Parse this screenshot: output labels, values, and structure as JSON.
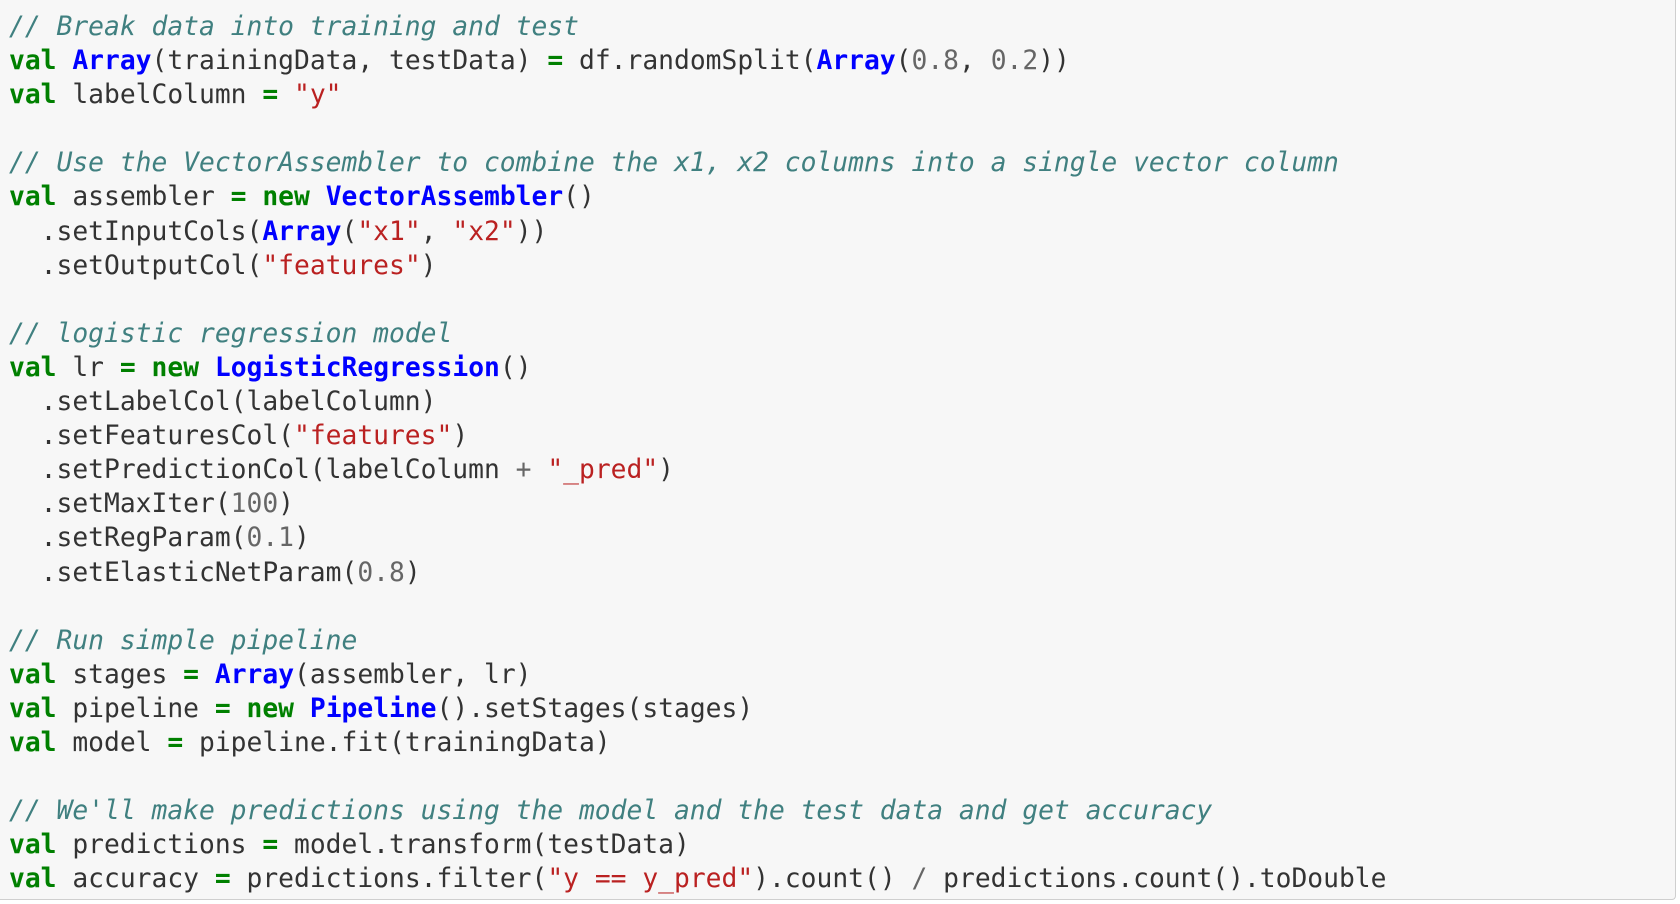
{
  "code_cell": {
    "lines": [
      [
        {
          "t": "comment",
          "v": "// Break data into training and test"
        }
      ],
      [
        {
          "t": "keyword",
          "v": "val"
        },
        {
          "t": "plain",
          "v": " "
        },
        {
          "t": "type",
          "v": "Array"
        },
        {
          "t": "plain",
          "v": "(trainingData, testData) "
        },
        {
          "t": "keyword",
          "v": "="
        },
        {
          "t": "plain",
          "v": " df.randomSplit("
        },
        {
          "t": "type",
          "v": "Array"
        },
        {
          "t": "plain",
          "v": "("
        },
        {
          "t": "number",
          "v": "0.8"
        },
        {
          "t": "plain",
          "v": ", "
        },
        {
          "t": "number",
          "v": "0.2"
        },
        {
          "t": "plain",
          "v": "))"
        }
      ],
      [
        {
          "t": "keyword",
          "v": "val"
        },
        {
          "t": "plain",
          "v": " labelColumn "
        },
        {
          "t": "keyword",
          "v": "="
        },
        {
          "t": "plain",
          "v": " "
        },
        {
          "t": "string",
          "v": "\"y\""
        }
      ],
      [],
      [
        {
          "t": "comment",
          "v": "// Use the VectorAssembler to combine the x1, x2 columns into a single vector column"
        }
      ],
      [
        {
          "t": "keyword",
          "v": "val"
        },
        {
          "t": "plain",
          "v": " assembler "
        },
        {
          "t": "keyword",
          "v": "="
        },
        {
          "t": "plain",
          "v": " "
        },
        {
          "t": "keyword",
          "v": "new"
        },
        {
          "t": "plain",
          "v": " "
        },
        {
          "t": "type",
          "v": "VectorAssembler"
        },
        {
          "t": "plain",
          "v": "()"
        }
      ],
      [
        {
          "t": "plain",
          "v": "  .setInputCols("
        },
        {
          "t": "type",
          "v": "Array"
        },
        {
          "t": "plain",
          "v": "("
        },
        {
          "t": "string",
          "v": "\"x1\""
        },
        {
          "t": "plain",
          "v": ", "
        },
        {
          "t": "string",
          "v": "\"x2\""
        },
        {
          "t": "plain",
          "v": "))"
        }
      ],
      [
        {
          "t": "plain",
          "v": "  .setOutputCol("
        },
        {
          "t": "string",
          "v": "\"features\""
        },
        {
          "t": "plain",
          "v": ")"
        }
      ],
      [],
      [
        {
          "t": "comment",
          "v": "// logistic regression model"
        }
      ],
      [
        {
          "t": "keyword",
          "v": "val"
        },
        {
          "t": "plain",
          "v": " lr "
        },
        {
          "t": "keyword",
          "v": "="
        },
        {
          "t": "plain",
          "v": " "
        },
        {
          "t": "keyword",
          "v": "new"
        },
        {
          "t": "plain",
          "v": " "
        },
        {
          "t": "type",
          "v": "LogisticRegression"
        },
        {
          "t": "plain",
          "v": "()"
        }
      ],
      [
        {
          "t": "plain",
          "v": "  .setLabelCol(labelColumn)"
        }
      ],
      [
        {
          "t": "plain",
          "v": "  .setFeaturesCol("
        },
        {
          "t": "string",
          "v": "\"features\""
        },
        {
          "t": "plain",
          "v": ")"
        }
      ],
      [
        {
          "t": "plain",
          "v": "  .setPredictionCol(labelColumn "
        },
        {
          "t": "operator",
          "v": "+"
        },
        {
          "t": "plain",
          "v": " "
        },
        {
          "t": "string",
          "v": "\"_pred\""
        },
        {
          "t": "plain",
          "v": ")"
        }
      ],
      [
        {
          "t": "plain",
          "v": "  .setMaxIter("
        },
        {
          "t": "number",
          "v": "100"
        },
        {
          "t": "plain",
          "v": ")"
        }
      ],
      [
        {
          "t": "plain",
          "v": "  .setRegParam("
        },
        {
          "t": "number",
          "v": "0.1"
        },
        {
          "t": "plain",
          "v": ")"
        }
      ],
      [
        {
          "t": "plain",
          "v": "  .setElasticNetParam("
        },
        {
          "t": "number",
          "v": "0.8"
        },
        {
          "t": "plain",
          "v": ")"
        }
      ],
      [],
      [
        {
          "t": "comment",
          "v": "// Run simple pipeline"
        }
      ],
      [
        {
          "t": "keyword",
          "v": "val"
        },
        {
          "t": "plain",
          "v": " stages "
        },
        {
          "t": "keyword",
          "v": "="
        },
        {
          "t": "plain",
          "v": " "
        },
        {
          "t": "type",
          "v": "Array"
        },
        {
          "t": "plain",
          "v": "(assembler, lr)"
        }
      ],
      [
        {
          "t": "keyword",
          "v": "val"
        },
        {
          "t": "plain",
          "v": " pipeline "
        },
        {
          "t": "keyword",
          "v": "="
        },
        {
          "t": "plain",
          "v": " "
        },
        {
          "t": "keyword",
          "v": "new"
        },
        {
          "t": "plain",
          "v": " "
        },
        {
          "t": "type",
          "v": "Pipeline"
        },
        {
          "t": "plain",
          "v": "().setStages(stages)"
        }
      ],
      [
        {
          "t": "keyword",
          "v": "val"
        },
        {
          "t": "plain",
          "v": " model "
        },
        {
          "t": "keyword",
          "v": "="
        },
        {
          "t": "plain",
          "v": " pipeline.fit(trainingData)"
        }
      ],
      [],
      [
        {
          "t": "comment",
          "v": "// We'll make predictions using the model and the test data and get accuracy"
        }
      ],
      [
        {
          "t": "keyword",
          "v": "val"
        },
        {
          "t": "plain",
          "v": " predictions "
        },
        {
          "t": "keyword",
          "v": "="
        },
        {
          "t": "plain",
          "v": " model.transform(testData)"
        }
      ],
      [
        {
          "t": "keyword",
          "v": "val"
        },
        {
          "t": "plain",
          "v": " accuracy "
        },
        {
          "t": "keyword",
          "v": "="
        },
        {
          "t": "plain",
          "v": " predictions.filter("
        },
        {
          "t": "string",
          "v": "\"y == y_pred\""
        },
        {
          "t": "plain",
          "v": ").count() "
        },
        {
          "t": "operator",
          "v": "/"
        },
        {
          "t": "plain",
          "v": " predictions.count().toDouble"
        }
      ]
    ]
  },
  "colors": {
    "background": "#f7f7f7",
    "comment": "#408080",
    "keyword": "#008000",
    "type": "#0000ff",
    "string": "#ba2121",
    "number": "#666666",
    "plain": "#333333"
  }
}
